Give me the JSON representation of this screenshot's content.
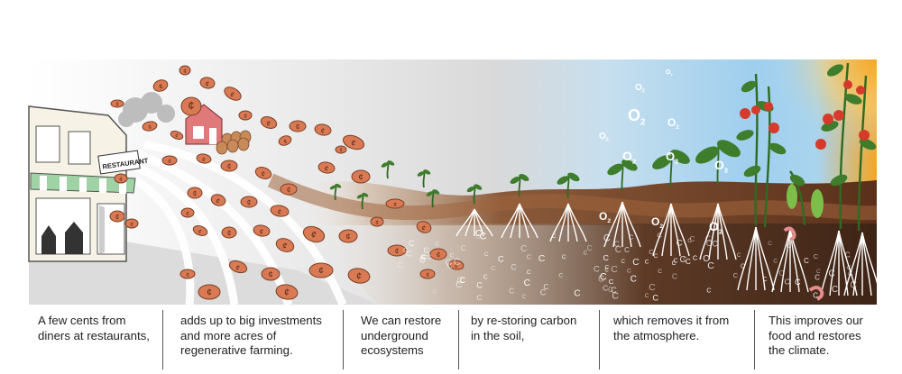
{
  "illustration": {
    "restaurant_sign": "RESTAURANT",
    "coin_symbol": "¢",
    "oxygen_label": "O",
    "oxygen_subscript": "2",
    "carbon_label": "C"
  },
  "captions": [
    "A few cents from\ndiners at restaurants,",
    "adds up to big investments\nand more acres of\nregenerative farming.",
    "We can restore\nunderground\necosystems",
    "by re-storing carbon\nin the soil,",
    "which removes it from\nthe atmosphere.",
    "This improves our\nfood and restores\nthe climate."
  ],
  "colors": {
    "coin": "#d97a55",
    "soil": "#6b3b1f",
    "sky": "#a9d4ee",
    "sun": "#f5a623",
    "leaf": "#3e7d2b",
    "tomato": "#d63a2a"
  }
}
